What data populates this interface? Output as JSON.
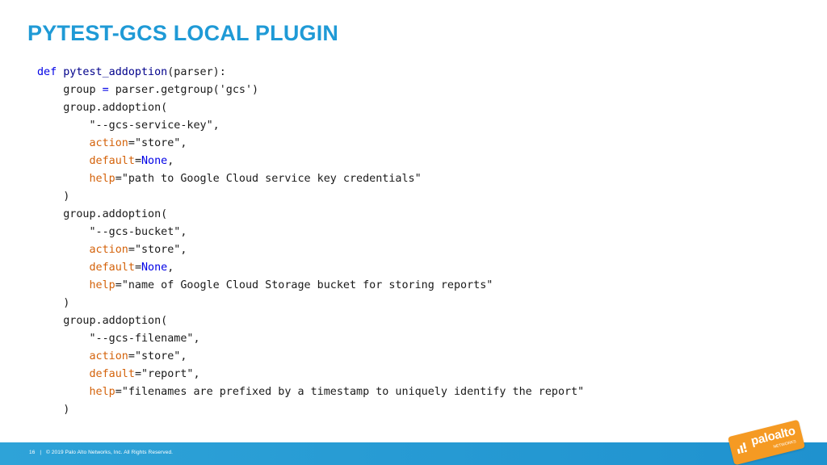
{
  "slide": {
    "title": "PYTEST-GCS LOCAL PLUGIN"
  },
  "code": {
    "lines": [
      [
        {
          "t": "def",
          "c": "kw"
        },
        {
          "t": " "
        },
        {
          "t": "pytest_addoption",
          "c": "fn"
        },
        {
          "t": "(parser):"
        }
      ],
      [
        {
          "t": "    group "
        },
        {
          "t": "=",
          "c": "kw"
        },
        {
          "t": " parser.getgroup('gcs')"
        }
      ],
      [
        {
          "t": "    group.addoption("
        }
      ],
      [
        {
          "t": "        \"--gcs-service-key\",",
          "c": "str"
        }
      ],
      [
        {
          "t": "        "
        },
        {
          "t": "action",
          "c": "kwarg"
        },
        {
          "t": "="
        },
        {
          "t": "\"store\",",
          "c": "str"
        }
      ],
      [
        {
          "t": "        "
        },
        {
          "t": "default",
          "c": "kwarg"
        },
        {
          "t": "="
        },
        {
          "t": "None",
          "c": "none"
        },
        {
          "t": ","
        }
      ],
      [
        {
          "t": "        "
        },
        {
          "t": "help",
          "c": "kwarg"
        },
        {
          "t": "="
        },
        {
          "t": "\"path to Google Cloud service key credentials\"",
          "c": "str"
        }
      ],
      [
        {
          "t": "    )"
        }
      ],
      [
        {
          "t": "    group.addoption("
        }
      ],
      [
        {
          "t": "        \"--gcs-bucket\",",
          "c": "str"
        }
      ],
      [
        {
          "t": "        "
        },
        {
          "t": "action",
          "c": "kwarg"
        },
        {
          "t": "="
        },
        {
          "t": "\"store\",",
          "c": "str"
        }
      ],
      [
        {
          "t": "        "
        },
        {
          "t": "default",
          "c": "kwarg"
        },
        {
          "t": "="
        },
        {
          "t": "None",
          "c": "none"
        },
        {
          "t": ","
        }
      ],
      [
        {
          "t": "        "
        },
        {
          "t": "help",
          "c": "kwarg"
        },
        {
          "t": "="
        },
        {
          "t": "\"name of Google Cloud Storage bucket for storing reports\"",
          "c": "str"
        }
      ],
      [
        {
          "t": "    )"
        }
      ],
      [
        {
          "t": "    group.addoption("
        }
      ],
      [
        {
          "t": "        \"--gcs-filename\",",
          "c": "str"
        }
      ],
      [
        {
          "t": "        "
        },
        {
          "t": "action",
          "c": "kwarg"
        },
        {
          "t": "="
        },
        {
          "t": "\"store\",",
          "c": "str"
        }
      ],
      [
        {
          "t": "        "
        },
        {
          "t": "default",
          "c": "kwarg"
        },
        {
          "t": "="
        },
        {
          "t": "\"report\",",
          "c": "str"
        }
      ],
      [
        {
          "t": "        "
        },
        {
          "t": "help",
          "c": "kwarg"
        },
        {
          "t": "="
        },
        {
          "t": "\"filenames are prefixed by a timestamp to uniquely identify the report\"",
          "c": "str"
        }
      ],
      [
        {
          "t": "    )"
        }
      ]
    ]
  },
  "footer": {
    "page_number": "16",
    "separator": "|",
    "copyright": "© 2019 Palo Alto Networks, Inc. All Rights Reserved."
  },
  "logo": {
    "icon": "paloalto-logo-icon",
    "wordmark": "paloalto",
    "subtext": "NETWORKS",
    "color": "#f59a23"
  },
  "colors": {
    "title": "#1f9ad6",
    "footer_bar": "#1f92cf",
    "keyword": "#0000e6",
    "kwarg": "#d4620a"
  }
}
